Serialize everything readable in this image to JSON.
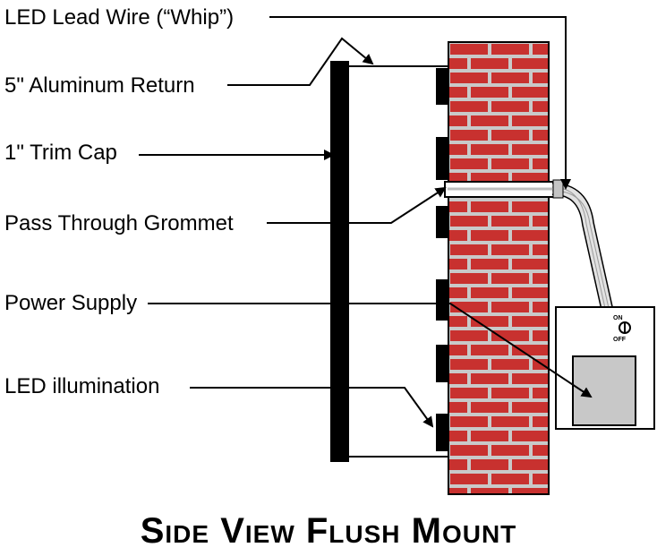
{
  "diagram": {
    "title": "Side View Flush Mount",
    "labels": {
      "lead_wire": "LED Lead Wire (“Whip”)",
      "aluminum_return": "5\" Aluminum Return",
      "trim_cap": "1\" Trim Cap",
      "grommet": "Pass Through Grommet",
      "power_supply": "Power Supply",
      "led_illumination": "LED illumination"
    },
    "switch": {
      "on": "ON",
      "off": "OFF"
    },
    "colors": {
      "brick": "#c8312f",
      "mortar": "#c9c9c9",
      "outline": "#000000",
      "box": "#c8c8c8",
      "cable": "#dcdcdc"
    }
  }
}
